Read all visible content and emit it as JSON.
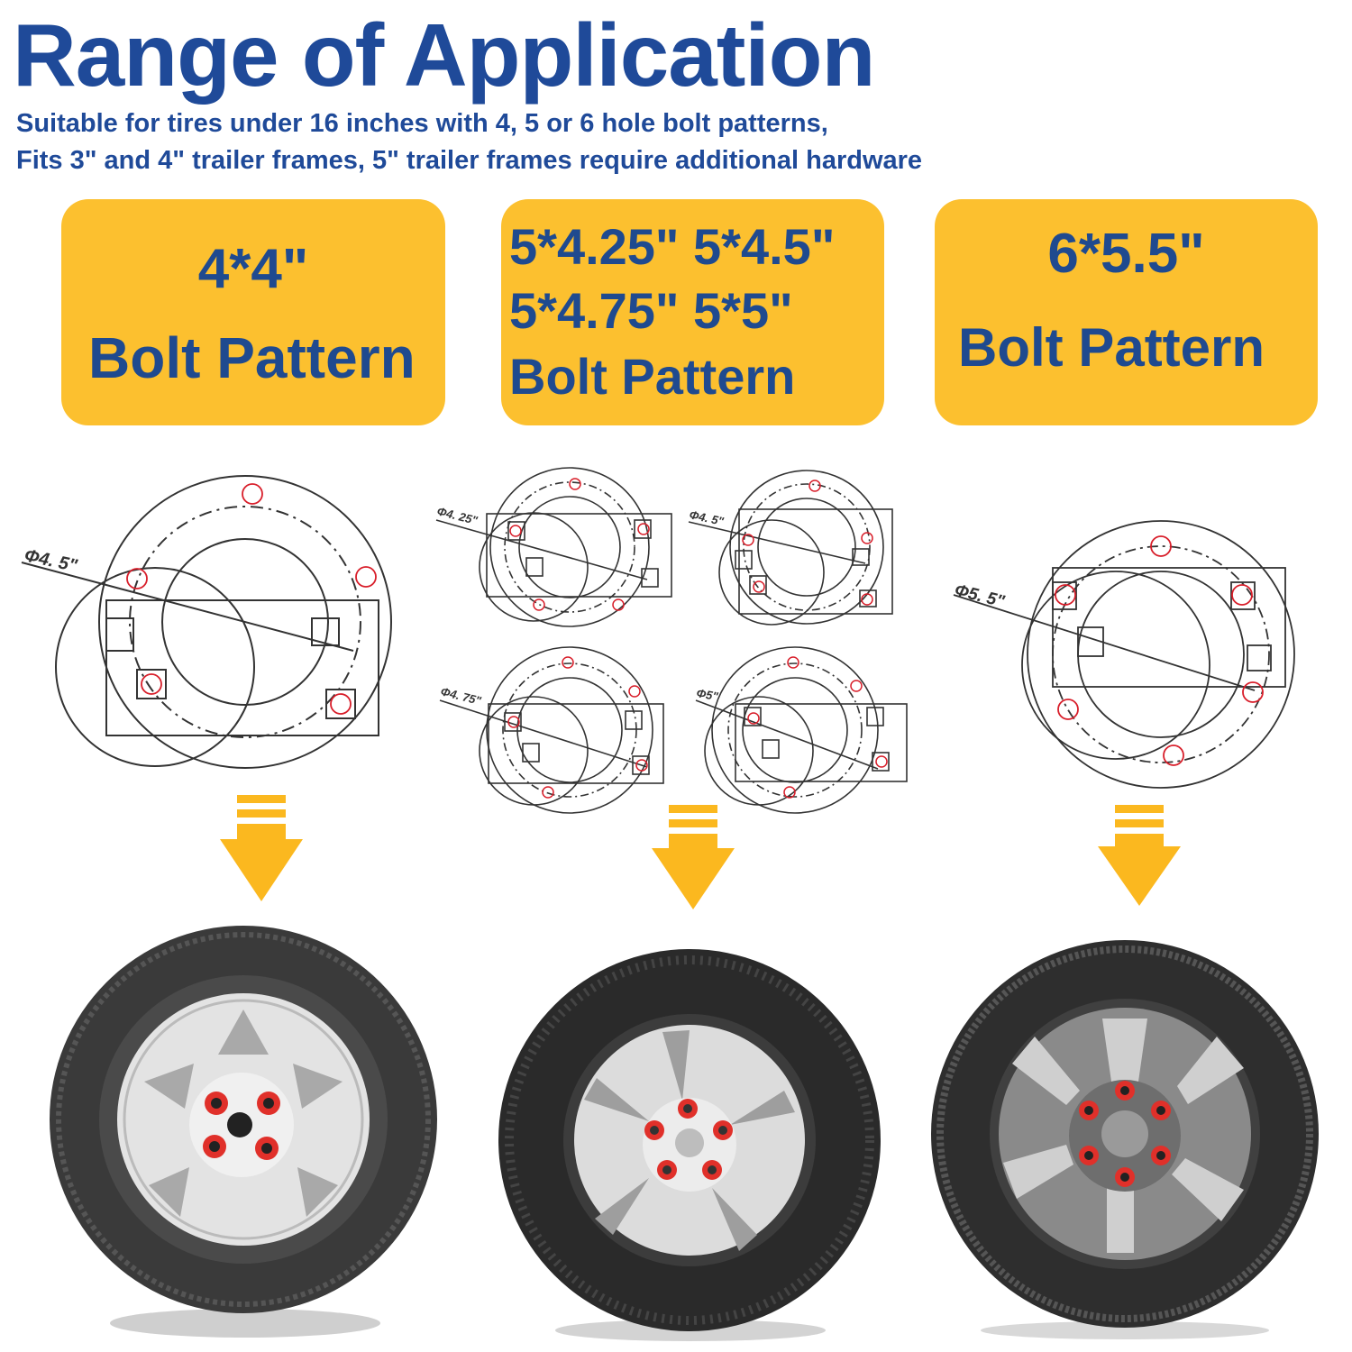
{
  "header": {
    "title": "Range of Application",
    "subtitle_line1": "Suitable for tires under 16 inches with 4, 5 or 6 hole bolt patterns,",
    "subtitle_line2": "Fits 3\" and 4\" trailer frames, 5\" trailer frames require additional hardware"
  },
  "cards": [
    {
      "line1": "4*4\"",
      "line2": "Bolt Pattern"
    },
    {
      "line1": "5*4.25\" 5*4.5\"",
      "line2": "5*4.75\" 5*5\"",
      "line3": "Bolt Pattern"
    },
    {
      "line1": "6*5.5\"",
      "line2": "Bolt Pattern"
    }
  ],
  "diagram_labels": {
    "d1": "Φ4. 5\"",
    "d2a": "Φ4. 25\"",
    "d2b": "Φ4. 5\"",
    "d2c": "Φ4. 75\"",
    "d2d": "Φ5\"",
    "d3": "Φ5. 5\""
  },
  "colors": {
    "title_blue": "#1f4a99",
    "card_yellow": "#fcc02f",
    "card_text": "#1f4a8f",
    "arrow_yellow": "#fbb81f",
    "drawing_line": "#333333",
    "hole_red": "#d81e2a",
    "tire_dark": "#2b2b2b",
    "rim_silver": "#d6d6d6",
    "lug_red": "#e0302a"
  },
  "icons": [
    "down-arrow-icon"
  ]
}
